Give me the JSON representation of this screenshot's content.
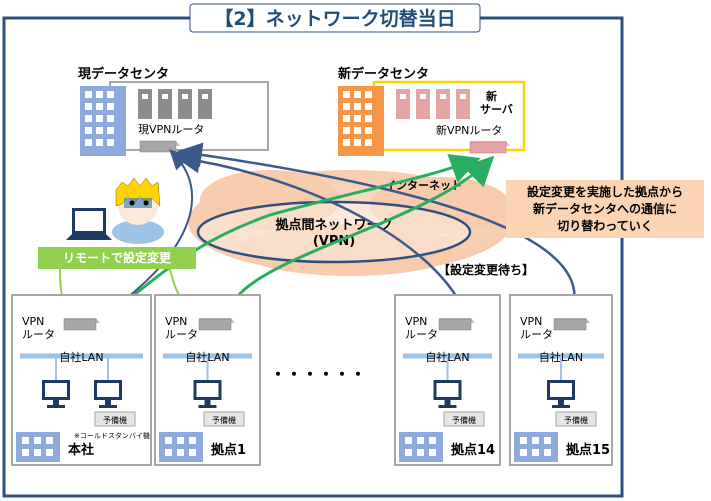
{
  "title": "【2】ネットワーク切替当日",
  "current_dc": {
    "label": "現データセンタ",
    "router": "現VPNルータ"
  },
  "new_dc": {
    "label": "新データセンタ",
    "server": "新\nサーバ",
    "router": "新VPNルータ"
  },
  "internet_label": "インターネット",
  "core_network": {
    "line1": "拠点間ネットワーク",
    "line2": "(VPN)"
  },
  "callout": [
    "設定変更を実施した拠点から",
    "新データセンタへの通信に",
    "切り替わっていく"
  ],
  "remote_label": "リモートで設定変更",
  "waiting_label": "【設定変更待ち】",
  "ellipsis": "・・・・・・",
  "router_label": "VPN\nルータ",
  "lan_label": "自社LAN",
  "spare_label": "予備機",
  "cold_standby_note": "※コールドスタンバイ機",
  "sites": [
    "本社",
    "拠点1",
    "拠点14",
    "拠点15"
  ],
  "colors": {
    "frame": "#2f4f7f",
    "title_bg": "#1f4e79",
    "new_dc_border": "#ffd400",
    "building_blue": "#8ea9db",
    "building_orange": "#f79646",
    "server_gray": "#8c8c8c",
    "server_pink": "#e6a5a5",
    "cloud": "#f8cbad",
    "callout_bg": "#fbd4b4",
    "green": "#27ae60",
    "green_label": "#92d050",
    "arrow_blue": "#3b5a8a",
    "lan": "#9dc3e6"
  }
}
